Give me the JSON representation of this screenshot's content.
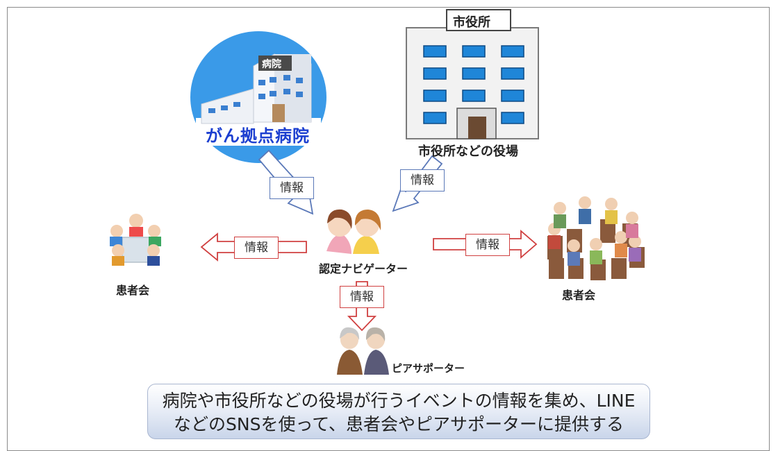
{
  "hospital": {
    "sign": "病院",
    "caption": "がん拠点病院"
  },
  "city_hall": {
    "sign": "市役所",
    "caption": "市役所などの役場"
  },
  "navigator": {
    "caption": "認定ナビゲーター"
  },
  "patient_group_left": {
    "caption": "患者会"
  },
  "patient_group_right": {
    "caption": "患者会"
  },
  "peer_supporter": {
    "caption": "ピアサポーター"
  },
  "arrow_labels": {
    "hospital_to_navigator": "情報",
    "cityhall_to_navigator": "情報",
    "navigator_to_left_group": "情報",
    "navigator_to_right_group": "情報",
    "navigator_to_peer": "情報"
  },
  "banner": {
    "line1": "病院や市役所などの役場が行うイベントの情報を集め、LINE",
    "line2": "などのSNSを使って、患者会やピアサポーターに提供する"
  },
  "colors": {
    "blue_arrow": "#5a78b8",
    "red_arrow": "#d04040",
    "hospital_bg": "#3a9ae8",
    "hospital_text": "#1c3fd0"
  }
}
